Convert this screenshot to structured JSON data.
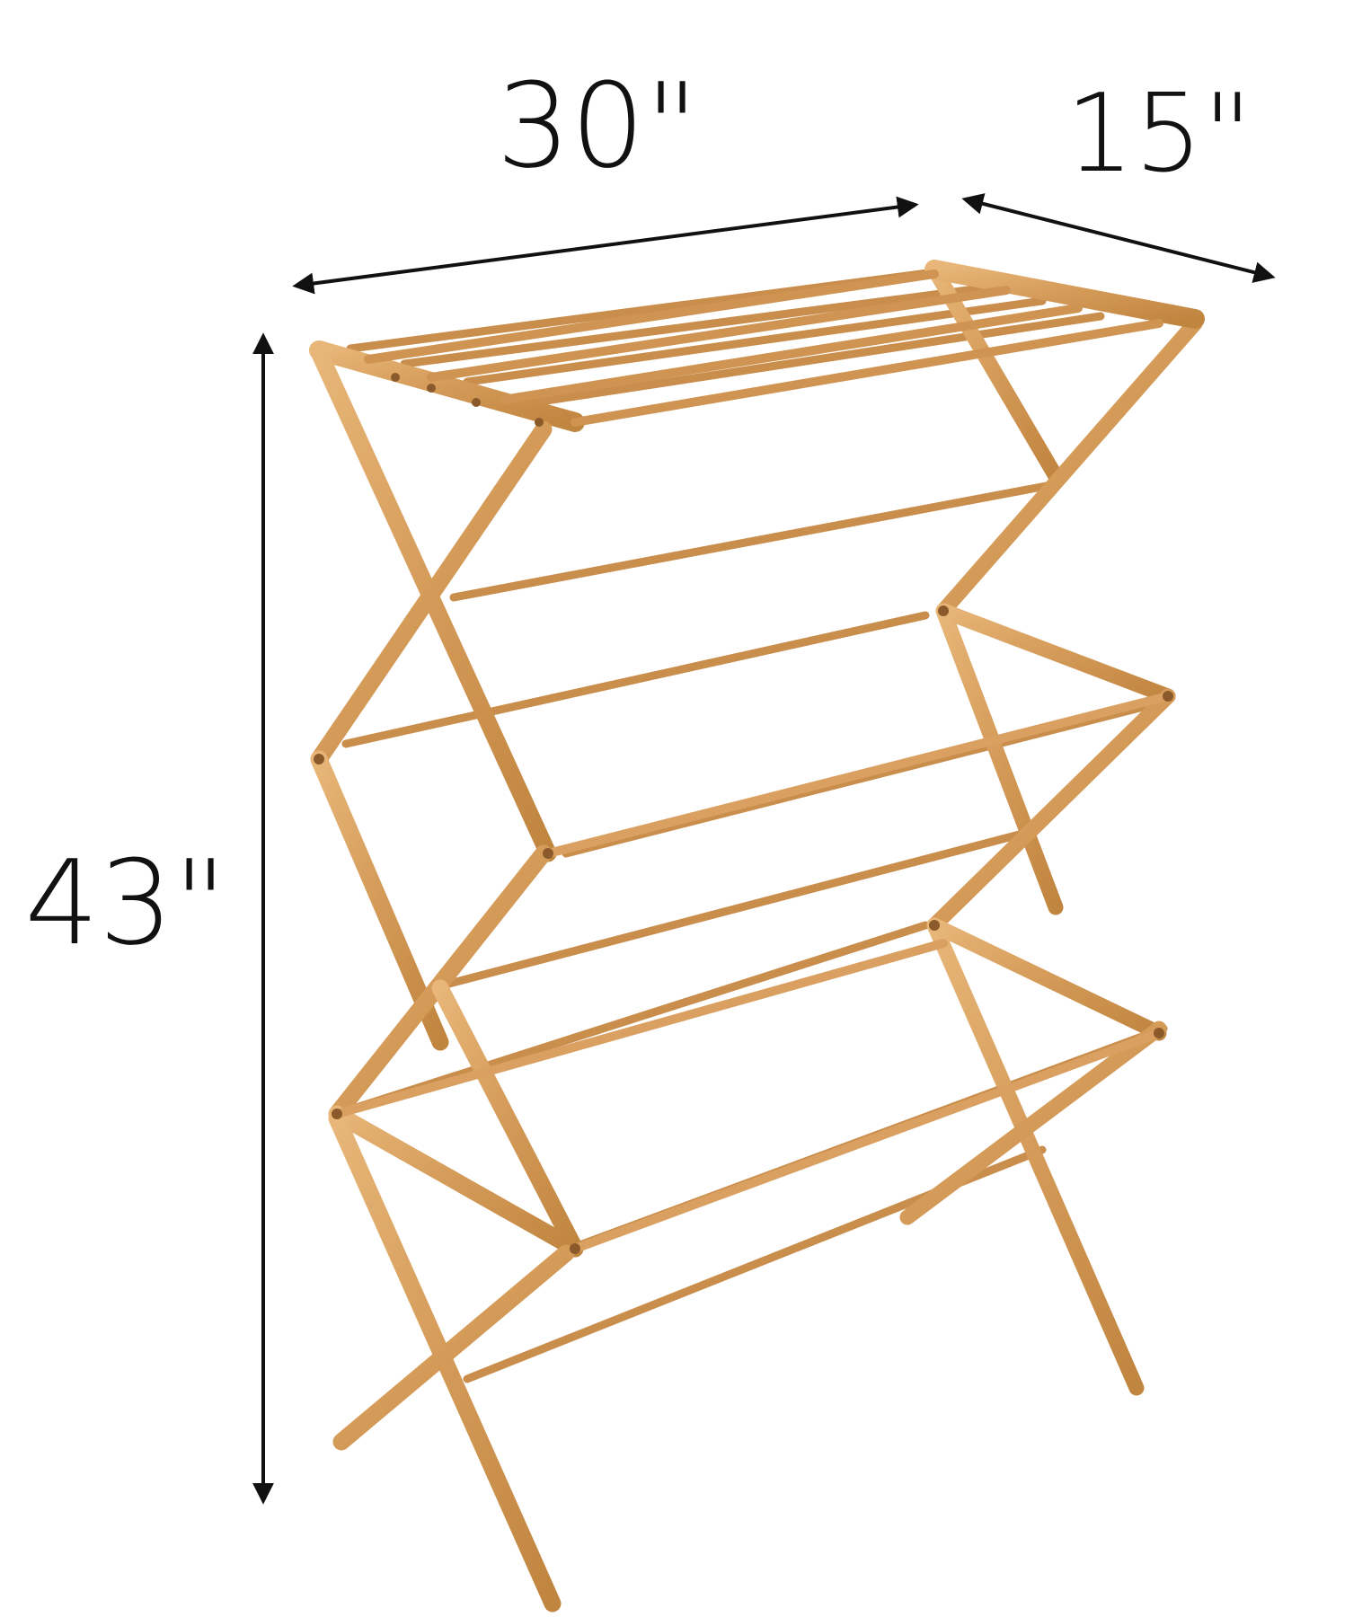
{
  "dimensions": {
    "width": "30\"",
    "depth": "15\"",
    "height": "43\""
  },
  "colors": {
    "wood": "#D49A58",
    "wood_dark": "#B9793A",
    "wood_light": "#E6B57C",
    "ink": "#111111",
    "background": "#FFFFFF"
  },
  "product": {
    "subject": "drying-rack"
  }
}
